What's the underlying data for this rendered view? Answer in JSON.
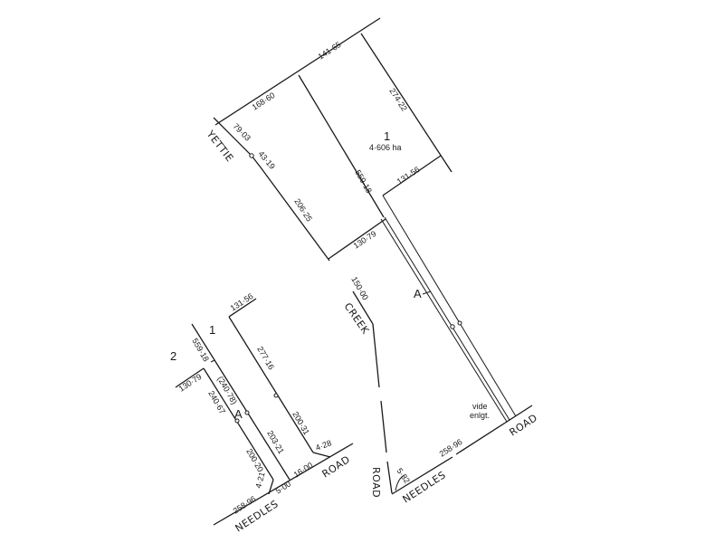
{
  "plan": {
    "main_lot": {
      "number": "1",
      "area": "4·606 ha",
      "dims": {
        "north_boundary_left": "168·60",
        "north_boundary_right": "141·65",
        "east_boundary": "274·22",
        "inner_step": "131·56",
        "long_side": "559·18",
        "yettie_seg1": "79·03",
        "yettie_seg2": "43·19",
        "west_side": "206·25",
        "cross_line": "130·79",
        "creek_seg": "150·00",
        "road_corner": "5·32",
        "needles_frontage": "258·96"
      },
      "marker_label": "A",
      "note_line1": "vide",
      "note_line2": "enlgt."
    },
    "enlargement": {
      "lot1_label": "1",
      "lot2_label": "2",
      "dims": {
        "top_step": "131·56",
        "lot1_side": "559·18",
        "lot2_top": "130·79",
        "right_upper": "277·16",
        "right_lower": "200·31",
        "corner_right": "4·28",
        "bracket_dim": "(240·78)",
        "lot2_side": "240·67",
        "mid_lower": "203·21",
        "left_lower": "200·20",
        "corner_left": "4·21",
        "front_small": "5·00",
        "front_mid": "16·00",
        "front_left": "258·96"
      },
      "marker_label": "A"
    },
    "roads": {
      "yettie": "YETTIE",
      "creek": "CREEK",
      "road_vertical": "ROAD",
      "needles_main": "NEEDLES",
      "road_main": "ROAD",
      "needles_enl": "NEEDLES",
      "road_enl": "ROAD"
    }
  }
}
